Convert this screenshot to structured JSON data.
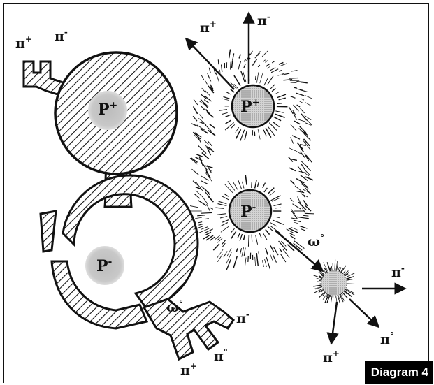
{
  "caption": "Diagram 4",
  "colors": {
    "ink": "#111111",
    "particle_fill": "#bdbdbd",
    "core_fill": "#c9c9c9",
    "caption_bg": "#000000",
    "caption_text": "#ffffff"
  },
  "left_figure": {
    "proton_label": "P",
    "proton_charge": "+",
    "antiproton_label": "P",
    "antiproton_charge": "-",
    "top_pi_plus": "π",
    "top_pi_plus_charge": "+",
    "top_pi_minus": "π",
    "top_pi_minus_charge": "-",
    "omega_label": "ω",
    "omega_charge": "°",
    "bottom_pi_minus": "π",
    "bottom_pi_minus_charge": "-",
    "bottom_pi_zero": "π",
    "bottom_pi_zero_charge": "°",
    "bottom_pi_plus": "π",
    "bottom_pi_plus_charge": "+"
  },
  "right_figure": {
    "proton_label": "P",
    "proton_charge": "+",
    "antiproton_label": "P",
    "antiproton_charge": "-",
    "pi_plus_top": "π",
    "pi_plus_top_charge": "+",
    "pi_minus_top": "π",
    "pi_minus_top_charge": "-",
    "omega_label": "ω",
    "omega_charge": "°",
    "pi_minus_right": "π",
    "pi_minus_right_charge": "-",
    "pi_zero_right": "π",
    "pi_zero_right_charge": "°",
    "pi_plus_bottom": "π",
    "pi_plus_bottom_charge": "+"
  }
}
